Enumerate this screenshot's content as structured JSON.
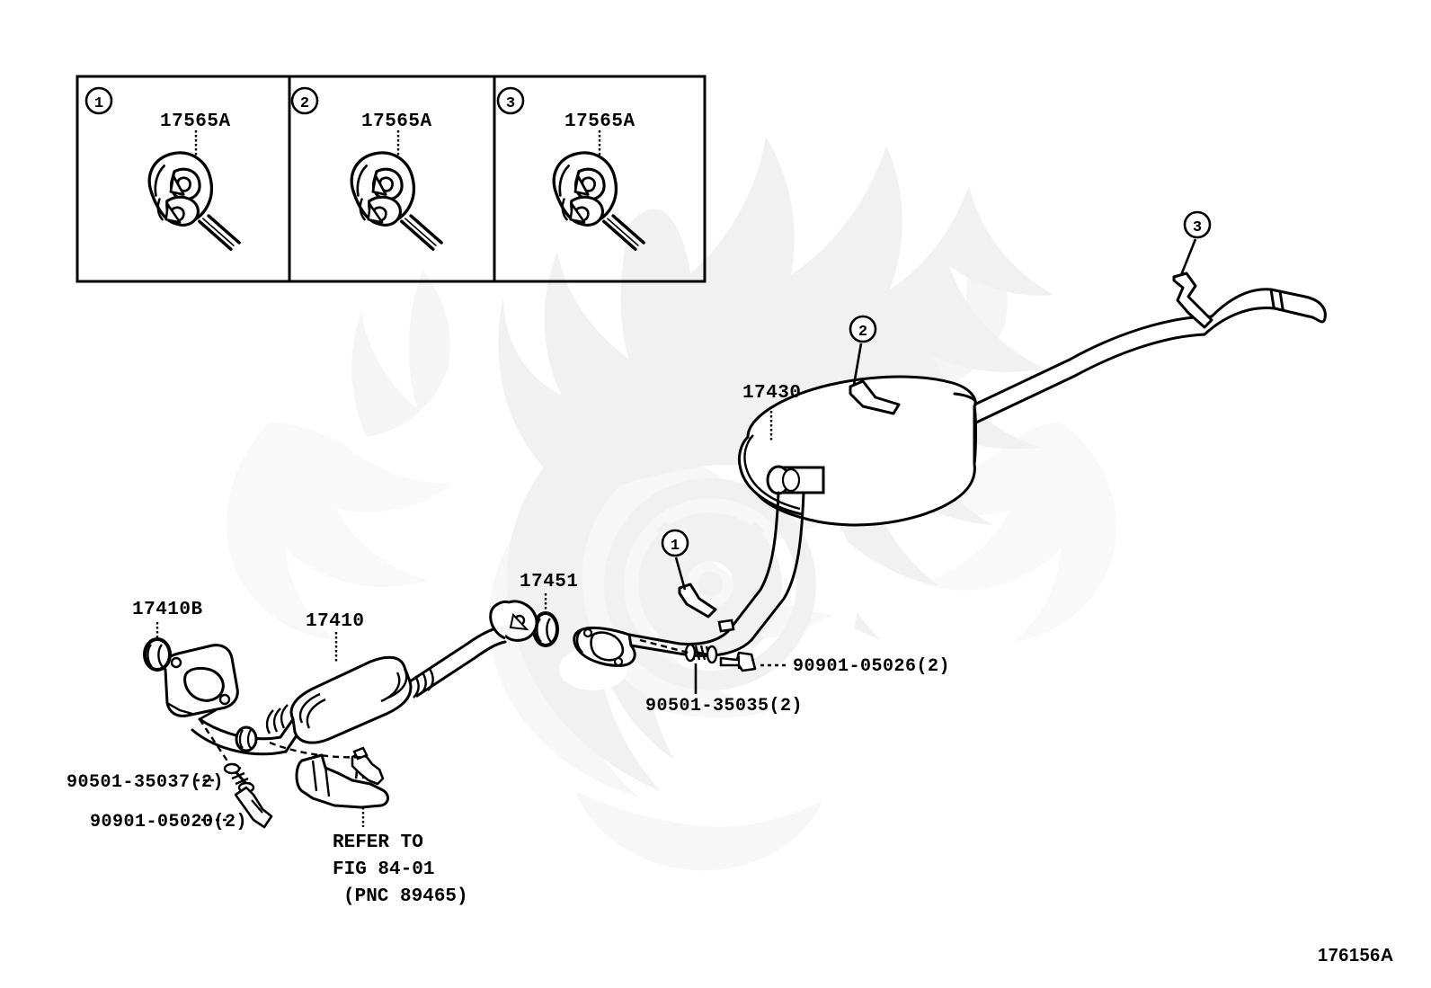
{
  "figure": {
    "code": "176156A",
    "watermark_color": "#f1f1f1",
    "line_color": "#000000",
    "background": "#ffffff"
  },
  "inset_panel": {
    "boxes": [
      {
        "callout": "1",
        "part_number": "17565A",
        "icon": "exhaust-rubber-hanger"
      },
      {
        "callout": "2",
        "part_number": "17565A",
        "icon": "exhaust-rubber-hanger"
      },
      {
        "callout": "3",
        "part_number": "17565A",
        "icon": "exhaust-rubber-hanger"
      }
    ]
  },
  "callouts": [
    {
      "id": "1",
      "label": "1"
    },
    {
      "id": "2",
      "label": "2"
    },
    {
      "id": "3",
      "label": "3"
    }
  ],
  "part_labels": {
    "front_pipe_gasket": "17410B",
    "front_pipe_assembly": "17410",
    "center_pipe_gasket": "17451",
    "muffler_assembly": "17430",
    "front_pipe_spring": "90501-35037(2)",
    "front_pipe_bolt": "90901-05020(2)",
    "center_pipe_spring": "90501-35035(2)",
    "center_pipe_bolt": "90901-05026(2)"
  },
  "reference_note": {
    "line1": "REFER TO",
    "line2": "FIG 84-01",
    "line3": "(PNC 89465)"
  }
}
